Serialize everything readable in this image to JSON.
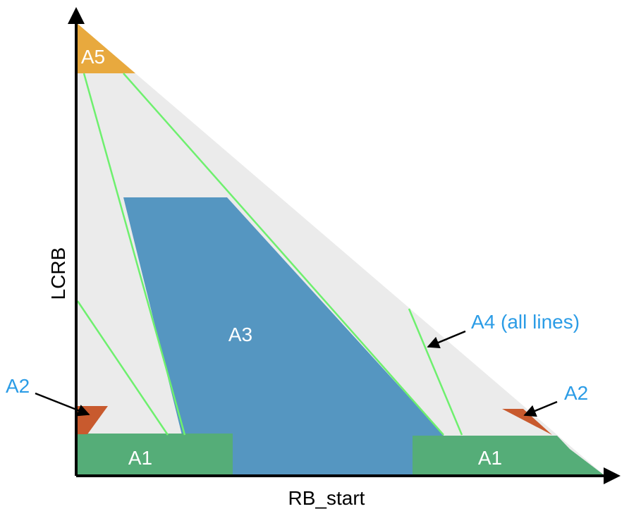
{
  "axes": {
    "x_label": "RB_start",
    "y_label": "LCRB"
  },
  "regions": {
    "a5": {
      "label": "A5",
      "color": "#e8a93e"
    },
    "a3": {
      "label": "A3",
      "color": "#5596c1"
    },
    "a1_left": {
      "label": "A1",
      "color": "#55ad78"
    },
    "a1_right": {
      "label": "A1",
      "color": "#55ad78"
    },
    "a2": {
      "color": "#c85a2e"
    },
    "a4": {
      "color": "#6ef06e"
    },
    "background": {
      "color": "#ebebeb"
    }
  },
  "callouts": {
    "a2_left": "A2",
    "a2_right": "A2",
    "a4": "A4 (all lines)"
  }
}
